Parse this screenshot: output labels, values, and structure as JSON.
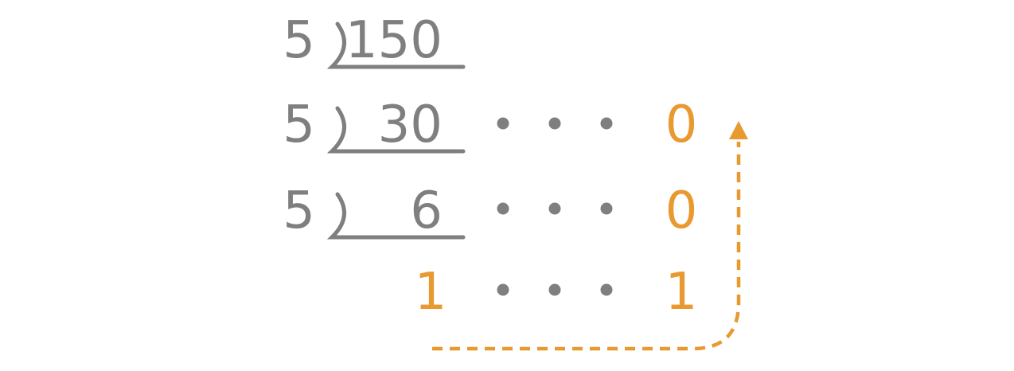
{
  "colors": {
    "gray": "#7f7f7f",
    "orange": "#e8992f"
  },
  "rows": [
    {
      "divisor": "5",
      "dividend": "150",
      "dots": false,
      "remainder": ""
    },
    {
      "divisor": "5",
      "dividend": "30",
      "dots": true,
      "remainder": "0"
    },
    {
      "divisor": "5",
      "dividend": "6",
      "dots": true,
      "remainder": "0"
    }
  ],
  "final": {
    "quotient": "1",
    "remainder": "1"
  }
}
